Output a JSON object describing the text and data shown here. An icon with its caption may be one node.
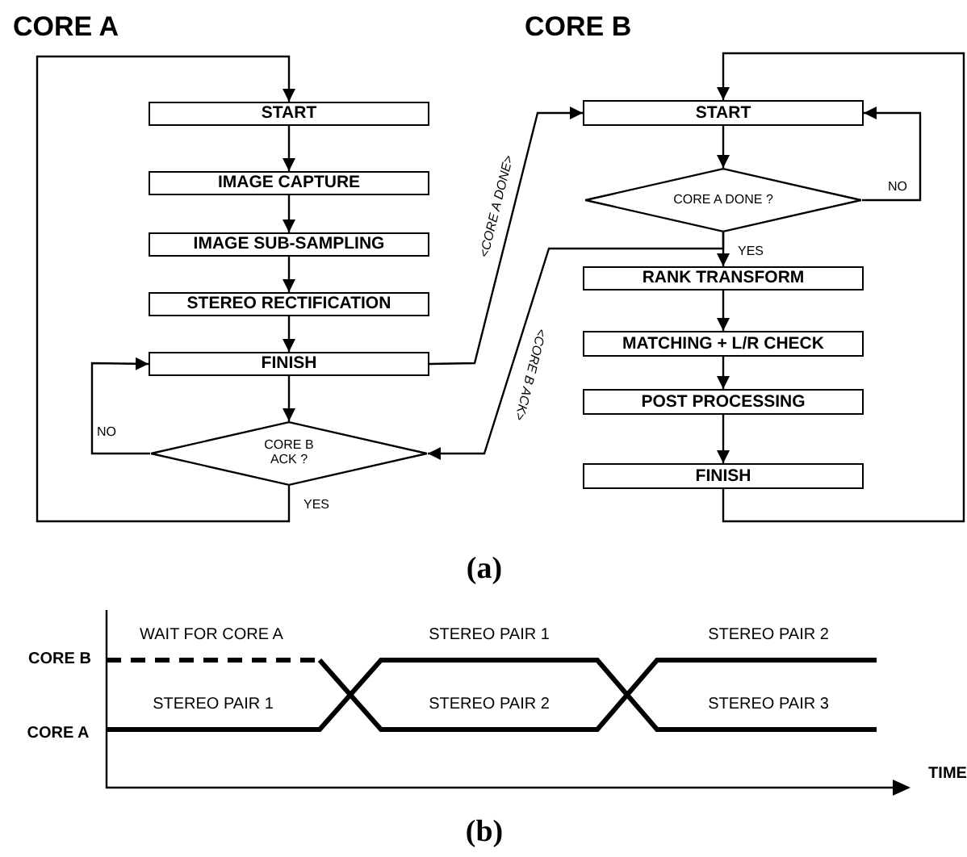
{
  "diagram": {
    "nodes": [
      {
        "text": [
          "START"
        ]
      },
      {
        "text": [
          "IMAGE CAPTURE"
        ]
      },
      {
        "text": [
          "IMAGE SUB-SAMPLING"
        ]
      },
      {
        "text": [
          "STEREO RECTIFICATION"
        ]
      },
      {
        "text": [
          "FINISH"
        ]
      },
      {
        "text": [
          "CORE B ACK ?"
        ]
      },
      {
        "text": [
          "START"
        ]
      },
      {
        "text": [
          "CORE A DONE ?"
        ]
      },
      {
        "text": [
          "RANK TRANSFORM"
        ]
      },
      {
        "text": [
          "MATCHING + L/R CHECK"
        ]
      },
      {
        "text": [
          "POST PROCESSING"
        ]
      },
      {
        "text": [
          "FINISH"
        ]
      }
    ],
    "edges": [
      {
        "from": 0,
        "to": 1,
        "arrow": "to"
      },
      {
        "from": 1,
        "to": 2,
        "arrow": "to"
      },
      {
        "from": 2,
        "to": 3,
        "arrow": "to"
      },
      {
        "from": 3,
        "to": 4,
        "arrow": "to"
      },
      {
        "from": 4,
        "to": 5,
        "arrow": "to"
      },
      {
        "from": 5,
        "to": 4,
        "arrow": "to",
        "label": "NO"
      },
      {
        "from": 5,
        "to": 0,
        "arrow": "to",
        "label": "YES"
      },
      {
        "from": 4,
        "to": 6,
        "arrow": "to",
        "label": "<CORE A DONE>"
      },
      {
        "from": 6,
        "to": 7,
        "arrow": "to"
      },
      {
        "from": 7,
        "to": 6,
        "arrow": "to",
        "label": "NO"
      },
      {
        "from": 7,
        "to": 8,
        "arrow": "to",
        "label": "YES"
      },
      {
        "from": 7,
        "to": 5,
        "arrow": "to",
        "label": "<CORE B ACK>"
      },
      {
        "from": 8,
        "to": 9,
        "arrow": "to"
      },
      {
        "from": 9,
        "to": 10,
        "arrow": "to"
      },
      {
        "from": 10,
        "to": 11,
        "arrow": "to"
      },
      {
        "from": 11,
        "to": 6,
        "arrow": "to"
      }
    ],
    "labels": [
      "CORE A",
      "CORE B",
      "(a)",
      "WAIT FOR CORE A",
      "STEREO PAIR 1",
      "STEREO PAIR 2",
      "CORE B",
      "STEREO PAIR 1",
      "STEREO PAIR 2",
      "STEREO PAIR 3",
      "CORE A",
      "TIME",
      "(b)"
    ]
  }
}
